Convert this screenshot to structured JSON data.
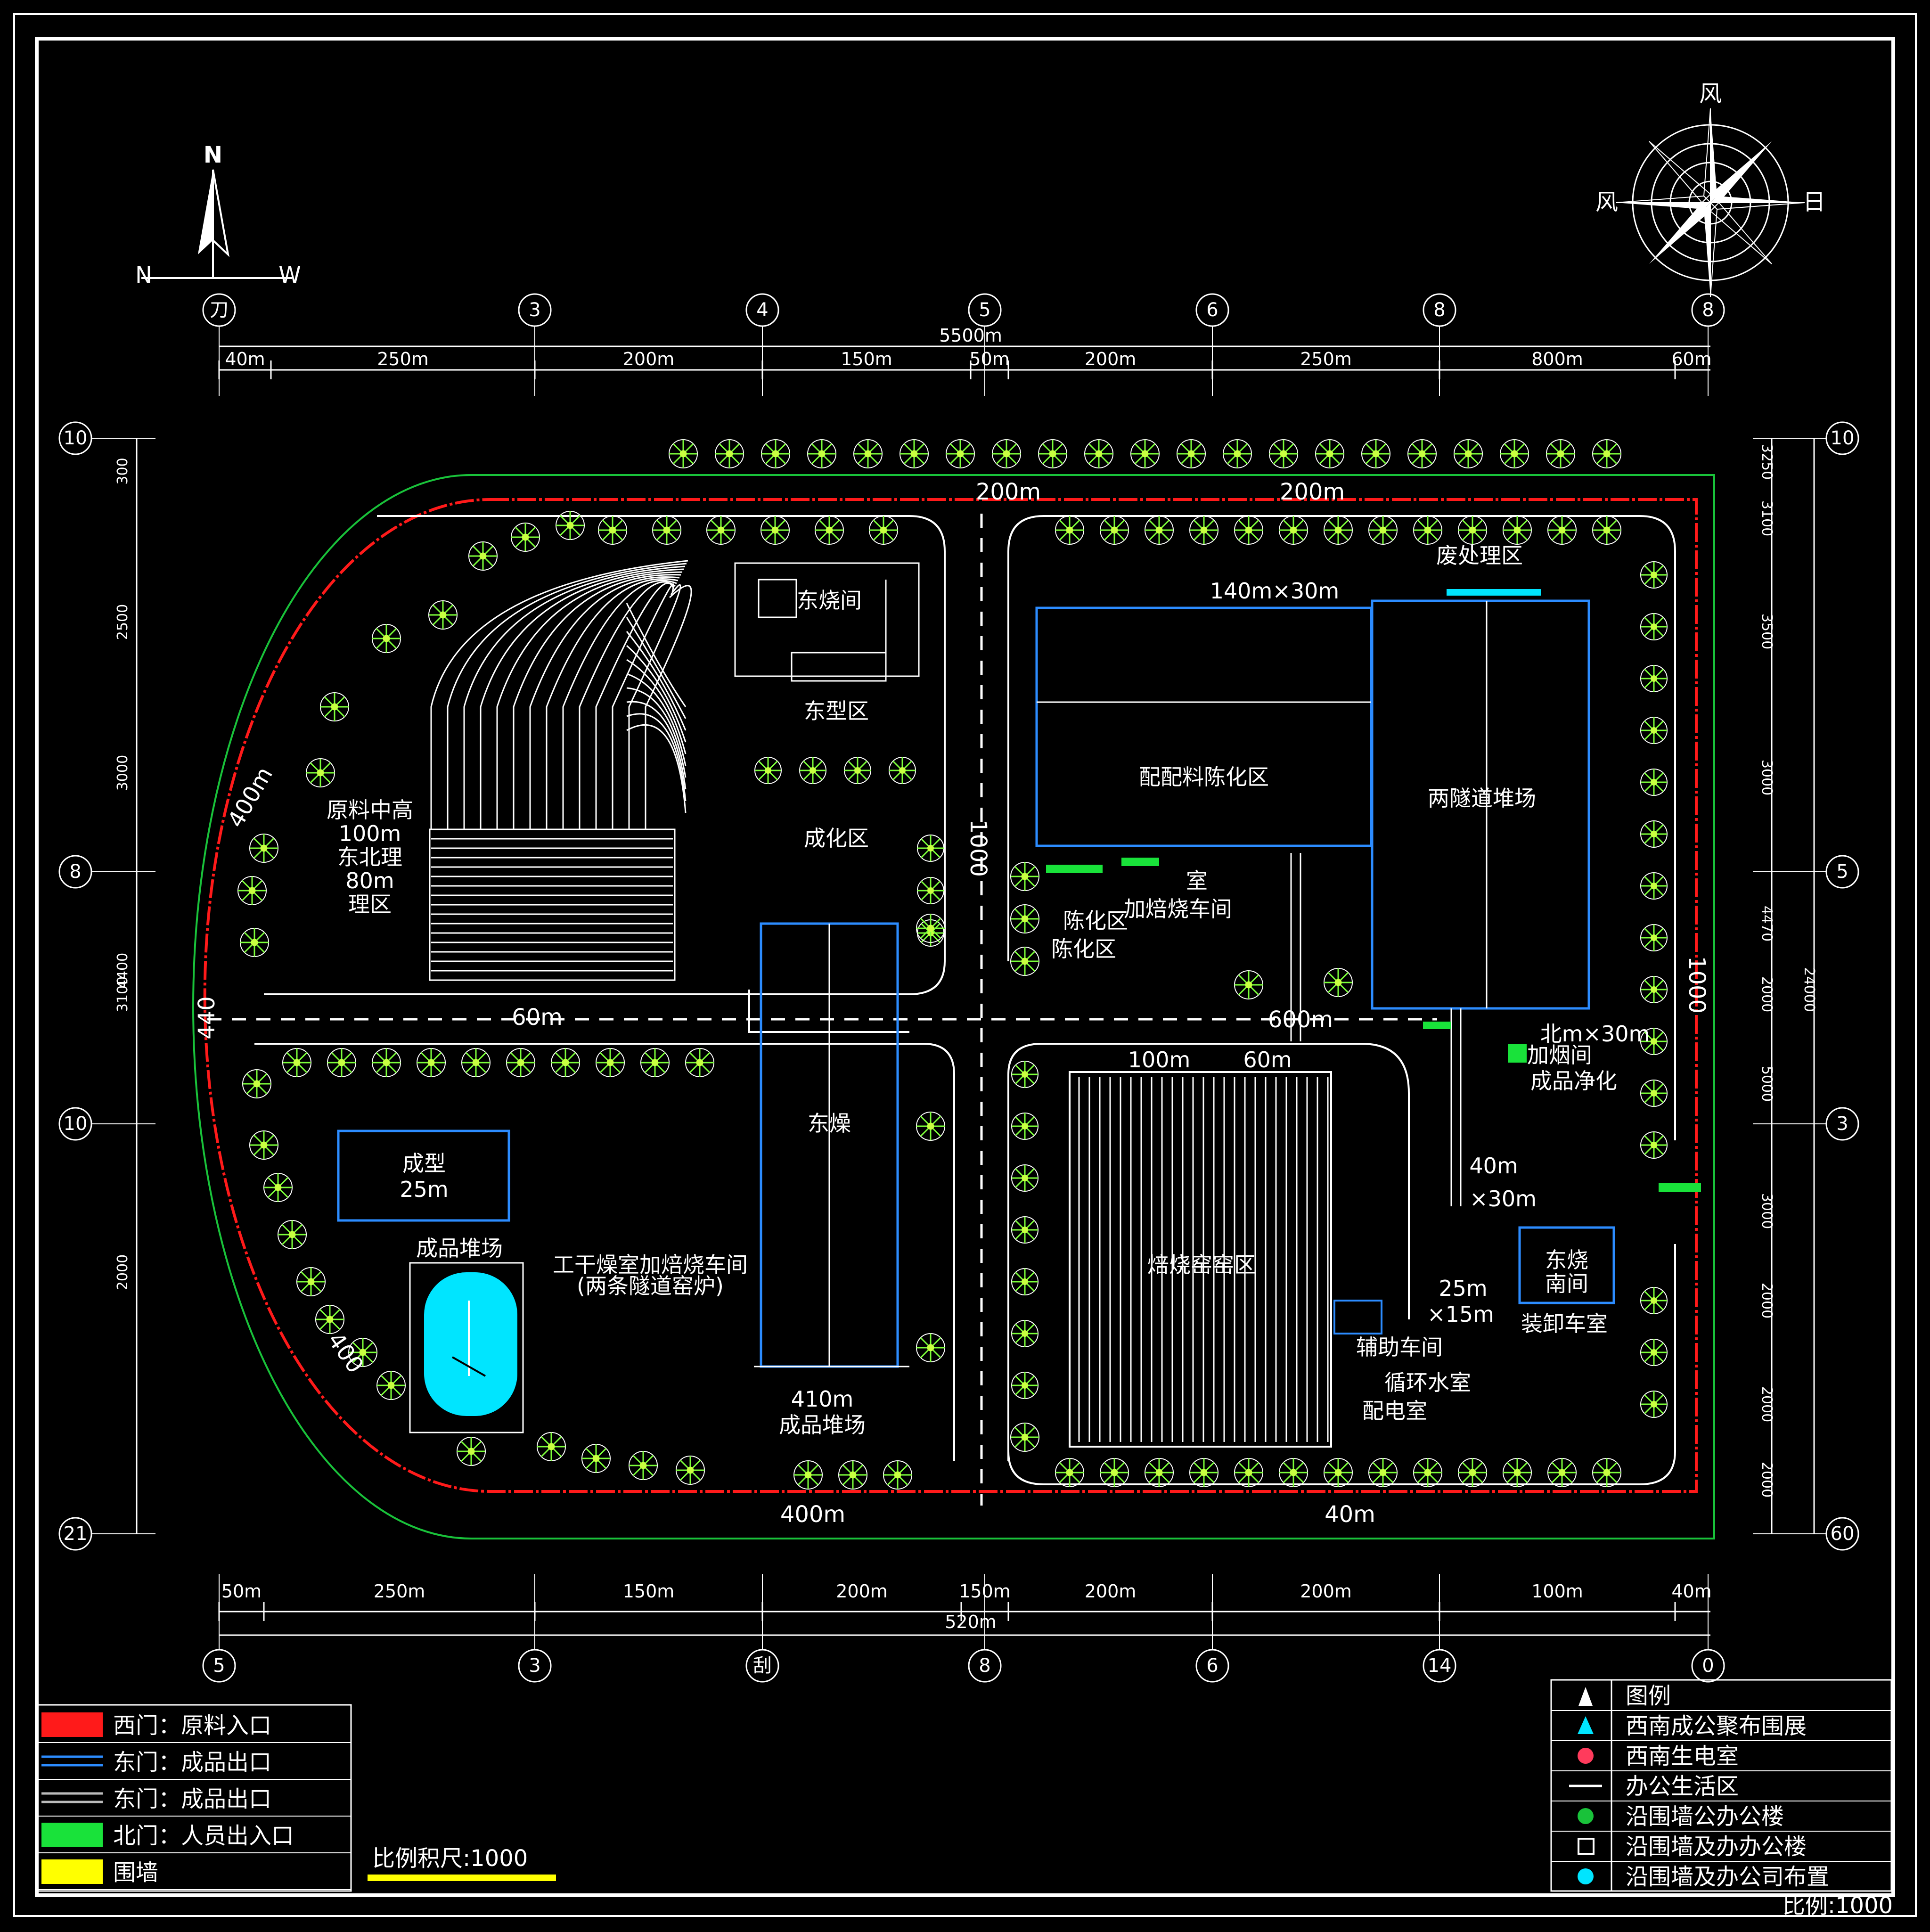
{
  "compass": {
    "n": "N",
    "left": "N",
    "right": "W",
    "rose_top": "风",
    "rose_left": "风",
    "rose_right": "日"
  },
  "axes_top": [
    "刀",
    "3",
    "4",
    "5",
    "6",
    "8",
    "8"
  ],
  "axes_bottom": [
    "5",
    "3",
    "刮",
    "8",
    "6",
    "14",
    "0"
  ],
  "axes_left": [
    "10",
    "8",
    "10",
    "21"
  ],
  "axes_right": [
    "10",
    "5",
    "3",
    "60"
  ],
  "dims_top": {
    "total": "5500m",
    "segments": [
      "40m",
      "250m",
      "200m",
      "150m",
      "50m",
      "200m",
      "250m",
      "800m",
      "60m"
    ]
  },
  "dims_bottom": {
    "total": "520m",
    "segments": [
      "50m",
      "250m",
      "150m",
      "200m",
      "150m",
      "200m",
      "200m",
      "100m",
      "40m"
    ]
  },
  "dims_left": [
    "300",
    "2500",
    "3000",
    "4400",
    "3100",
    "2000"
  ],
  "dims_right": [
    "3250",
    "3100",
    "3500",
    "3000",
    "4470",
    "2000",
    "5000",
    "3000",
    "2000",
    "2000",
    "2000",
    "24000"
  ],
  "site_dims": {
    "north_left": "200m",
    "north_right": "200m",
    "south_left": "400m",
    "south_right": "40m",
    "road_w": "60m",
    "road_e": "600m",
    "vertical_road": "1000",
    "east_wall": "1000",
    "arc_upper": "400m",
    "arc_mid": "440",
    "arc_lower": "400"
  },
  "labels": {
    "raw_zone": [
      "原料中高",
      "100m",
      "东北理",
      "80m",
      "理区"
    ],
    "east_small": "东烧间",
    "forming_top": "东型区",
    "chenhua": "成化区",
    "peiliao": "配配料陈化区",
    "dim_140": "140m×30m",
    "waste": "废处理区",
    "tunnel_yard": "两隧道堆场",
    "room": "室",
    "roasting": "加焙烧车间",
    "chenhua2": [
      "陈化区",
      "陈化区"
    ],
    "dry": "东燥",
    "forming": [
      "成型",
      "25m"
    ],
    "product_pond": "成品堆场",
    "dry_room": [
      "工干燥室加焙烧车间",
      "(两条隧道窑炉)"
    ],
    "product_yard": [
      "410m",
      "成品堆场"
    ],
    "kiln": "焙烧窑窑区",
    "dim_100": "100m",
    "dim_60": "60m",
    "north_30": [
      "北m×30m",
      "加烟间"
    ],
    "purify": "成品净化",
    "dim_40": [
      "40m",
      "×30m"
    ],
    "east_burn": [
      "东烧",
      "南间"
    ],
    "dim_25": [
      "25m",
      "×15m"
    ],
    "garage": "辅助车间",
    "process_room": "装卸车室",
    "water": "循环水室",
    "power": "配电室"
  },
  "legend_left": [
    {
      "text": "西门：原料入口",
      "color": "#ff1a1a"
    },
    {
      "text": "东门：成品出口",
      "color": "#2c8cff"
    },
    {
      "text": "东门：成品出口",
      "color": "#bbbbbb"
    },
    {
      "text": "北门：人员出入口",
      "color": "#19e23a"
    },
    {
      "text": "围墙",
      "color": "#ffff00"
    }
  ],
  "legend_right": {
    "title": "图例",
    "items": [
      "西南成公聚布围展",
      "西南生电室",
      "办公生活区",
      "沿围墙公办公楼",
      "沿围墙及办办公楼",
      "沿围墙及办公司布置"
    ]
  },
  "scale_bar": "比例积尺:1000",
  "scale_note": "比例:1000",
  "colors": {
    "wall_red": "#ff1a1a",
    "wall_green": "#19c23a",
    "building_blue": "#2c8cff",
    "water": "#00e5ff",
    "tree_green": "#7cff3a"
  }
}
